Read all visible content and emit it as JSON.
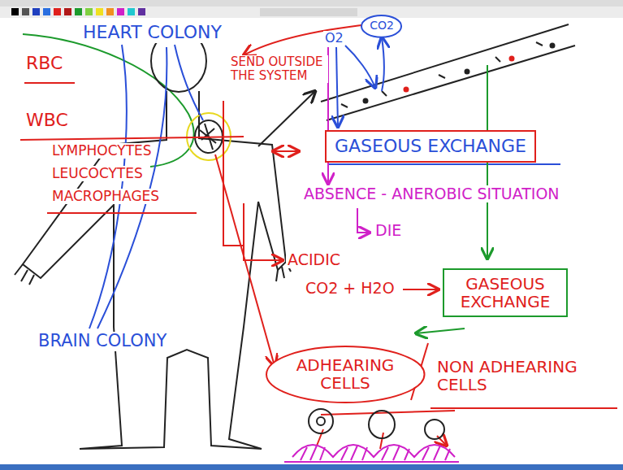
{
  "diagram": {
    "nodes": [
      {
        "text": [
          "CO2"
        ]
      },
      {
        "text": [
          "GASEOUS EXCHANGE"
        ]
      },
      {
        "text": [
          "GASEOUS EXCHANGE"
        ]
      },
      {
        "text": [
          "ADHEARING CELLS"
        ]
      }
    ],
    "labels": [
      "HEART COLONY",
      "RBC",
      "WBC",
      "LYMPHOCYTES",
      "LEUCOCYTES",
      "MACROPHAGES",
      "SEND OUTSIDE THE SYSTEM",
      "O2",
      "ABSENCE - ANEROBIC SITUATION",
      "DIE",
      "ACIDIC",
      "CO2 + H2O",
      "NON ADHEARING CELLS",
      "BRAIN COLONY"
    ]
  }
}
